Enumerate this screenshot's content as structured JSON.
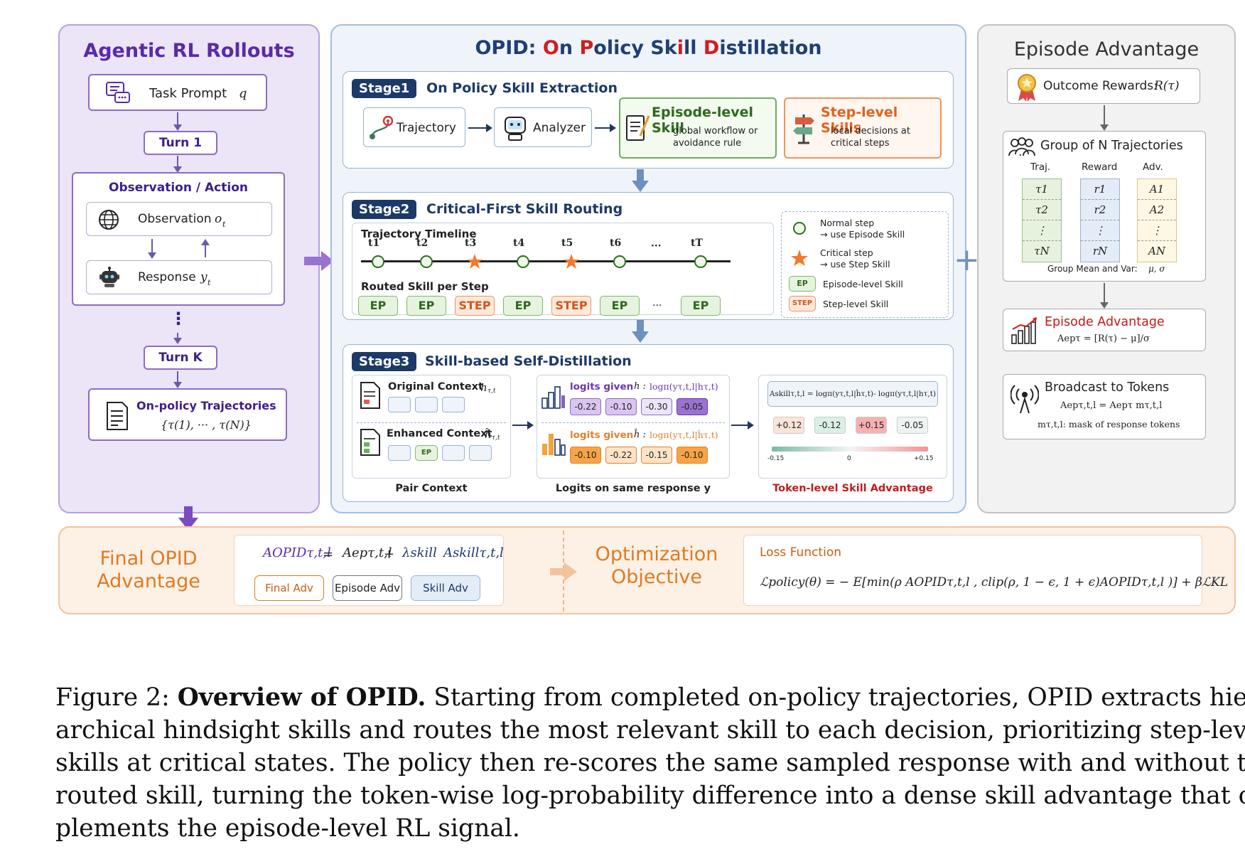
{
  "left": {
    "title": "Agentic RL Rollouts",
    "task_prompt": "Task Prompt",
    "task_var": "q",
    "turn1": "Turn 1",
    "obs_action": "Observation / Action",
    "observation": "Observation",
    "observation_var": "o",
    "observation_sub": "t",
    "response": "Response",
    "response_var": "y",
    "response_sub": "t",
    "dots": "⋮",
    "turnk": "Turn K",
    "onpolicy": "On-policy Trajectories",
    "onpolicy_set": "{τ(1), ··· , τ(N)}"
  },
  "middle": {
    "title_parts": [
      "OPID: ",
      "O",
      "n ",
      "P",
      "olicy Sk",
      "i",
      "ll ",
      "D",
      "istillation"
    ],
    "stage1": {
      "badge": "Stage1",
      "title": "On Policy Skill Extraction",
      "trajectory": "Trajectory",
      "analyzer": "Analyzer",
      "episode_title": "Episode-level Skill",
      "episode_desc1": "global workflow or",
      "episode_desc2": "avoidance rule",
      "step_title": "Step-level Skills",
      "step_desc1": "local decisions at",
      "step_desc2": "critical steps"
    },
    "stage2": {
      "badge": "Stage2",
      "title": "Critical-First Skill Routing",
      "timeline_label": "Trajectory Timeline",
      "ticks": [
        "t1",
        "t2",
        "t3",
        "t4",
        "t5",
        "t6",
        "···",
        "tT"
      ],
      "routed_label": "Routed Skill per Step",
      "routed": [
        "EP",
        "EP",
        "STEP",
        "EP",
        "STEP",
        "EP",
        "···",
        "EP"
      ],
      "legend_normal1": "Normal step",
      "legend_normal2": "→ use Episode Skill",
      "legend_critical1": "Critical step",
      "legend_critical2": "→ use Step Skill",
      "legend_ep_chip": "EP",
      "legend_ep": "Episode-level Skill",
      "legend_step_chip": "STEP",
      "legend_step": "Step-level Skill"
    },
    "stage3": {
      "badge": "Stage3",
      "title": "Skill-based Self-Distillation",
      "original_ctx": "Original Context",
      "original_var": "h",
      "original_sub": "τ,t",
      "enhanced_ctx": "Enhanced Context",
      "enhanced_var": "ĥ",
      "enhanced_sub": "τ,t",
      "ep_chip": "EP",
      "pair_label": "Pair Context",
      "logits_h_label": "logits given",
      "logits_h_var": "h :",
      "logits_h_formula": "logπ(yτ,t,l|hτ,t)",
      "logits_h_values": [
        "-0.22",
        "-0.10",
        "-0.30",
        "-0.05"
      ],
      "logits_hh_label": "logits given",
      "logits_hh_var": "ĥ :",
      "logits_hh_formula": "logπ(yτ,t,l|ĥτ,t)",
      "logits_hh_values": [
        "-0.10",
        "-0.22",
        "-0.15",
        "-0.10"
      ],
      "logits_same": "Logits on same response y",
      "adv_formula": "Askillτ,t,l = logπ(yτ,t,l|ĥτ,t)- logπ(yτ,t,l|hτ,t)",
      "adv_values": [
        "+0.12",
        "-0.12",
        "+0.15",
        "-0.05"
      ],
      "scale_min": "-0.15",
      "scale_mid": "0",
      "scale_max": "+0.15",
      "token_label": "Token-level Skill Advantage"
    }
  },
  "right": {
    "title": "Episode Advantage",
    "outcome": "Outcome Rewards:",
    "outcome_var": "R(τ)",
    "group": "Group of N Trajectories",
    "col_traj": "Traj.",
    "col_reward": "Reward",
    "col_adv": "Adv.",
    "traj": [
      "τ1",
      "τ2",
      "⋮",
      "τN"
    ],
    "reward": [
      "r1",
      "r2",
      "⋮",
      "rN"
    ],
    "adv": [
      "A1",
      "A2",
      "⋮",
      "AN"
    ],
    "group_mean": "Group Mean and Var:",
    "group_mean_var": "μ, σ",
    "episode_adv": "Episode Advantage",
    "episode_adv_formula": "Aepτ = [R(τ) − μ]/σ",
    "broadcast": "Broadcast to Tokens",
    "broadcast_formula": "Aepτ,t,l = Aepτ mτ,t,l",
    "mask_desc": "mτ,t,l: mask of response tokens"
  },
  "bottom": {
    "final_title1": "Final OPID",
    "final_title2": "Advantage",
    "formula_lhs": "AOPIDτ,t,l",
    "formula_eq": "=",
    "formula_ep": "Aepτ,t,l",
    "formula_plus": "+",
    "formula_lambda": "λskill",
    "formula_skill": "Askillτ,t,l",
    "btn_final": "Final Adv",
    "btn_episode": "Episode Adv",
    "btn_skill": "Skill Adv",
    "opt_title1": "Optimization",
    "opt_title2": "Objective",
    "loss_title": "Loss Function",
    "loss_formula": "ℒpolicy(θ) =  − E[min(ρ AOPIDτ,t,l , clip(ρ, 1 − ϵ, 1 + ϵ)AOPIDτ,t,l )] + βℒKL"
  },
  "caption": {
    "prefix": "Figure 2:",
    "bold": "Overview of OPID.",
    "line1": "Starting from completed on-policy trajectories, OPID extracts hier-",
    "line2": "archical hindsight skills and routes the most relevant skill to each decision, prioritizing step-level",
    "line3": "skills at critical states.  The policy then re-scores the same sampled response with and without the",
    "line4": "routed skill, turning the token-wise log-probability difference into a dense skill advantage that com-",
    "line5": "plements the episode-level RL signal."
  },
  "colors": {
    "left_bg": "#ece4f7",
    "mid_bg": "#eef4fa",
    "right_bg": "#f2f2f2",
    "bottom_bg": "#fdf1e6",
    "accent_purple": "#5a2aa8",
    "accent_navy": "#1c3968",
    "accent_orange": "#e3802f",
    "accent_red": "#d11d1d"
  }
}
